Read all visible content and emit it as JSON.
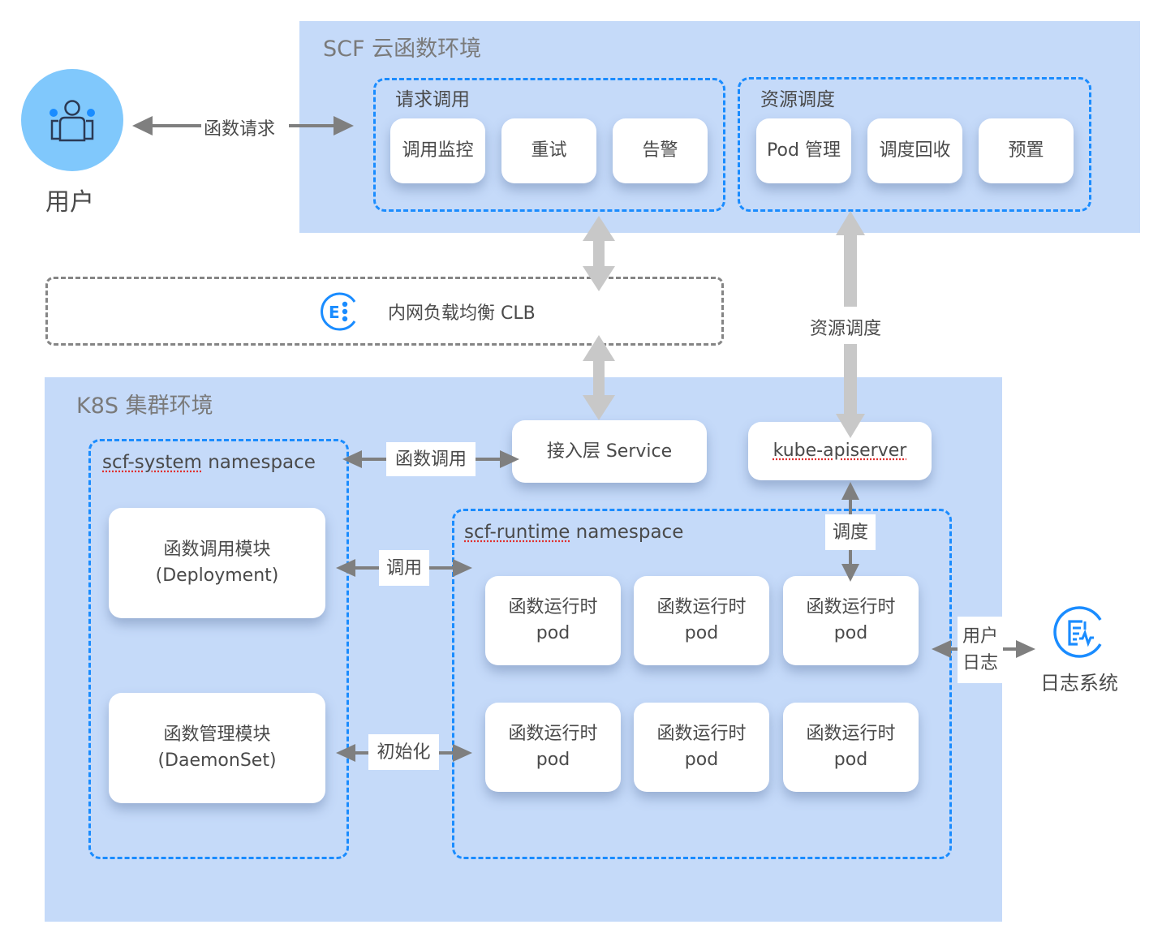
{
  "user": {
    "icon": "users-group-icon",
    "label": "用户",
    "request_arrow_label": "函数请求"
  },
  "scf_env": {
    "title": "SCF 云函数环境",
    "request_group": {
      "title": "请求调用",
      "items": [
        "调用监控",
        "重试",
        "告警"
      ]
    },
    "resource_group": {
      "title": "资源调度",
      "items": [
        "Pod 管理",
        "调度回收",
        "预置"
      ]
    }
  },
  "clb": {
    "icon": "load-balancer-icon",
    "label": "内网负载均衡 CLB"
  },
  "resource_schedule_label": "资源调度",
  "k8s_env": {
    "title": "K8S 集群环境",
    "access_service": {
      "prefix": "接入层 ",
      "name": "Service"
    },
    "apiserver": "kube-apiserver",
    "function_call_label": "函数调用",
    "schedule_label": "调度",
    "system_ns": {
      "title_code": "scf-system",
      "title_suffix": " namespace",
      "modules": [
        {
          "name": "函数调用模块",
          "kind": "(Deployment)"
        },
        {
          "name": "函数管理模块",
          "kind": "(DaemonSet)"
        }
      ]
    },
    "invoke_label": "调用",
    "init_label": "初始化",
    "runtime_ns": {
      "title_code": "scf-runtime",
      "title_suffix": " namespace",
      "pods": [
        {
          "name": "函数运行时",
          "kind": "pod"
        },
        {
          "name": "函数运行时",
          "kind": "pod"
        },
        {
          "name": "函数运行时",
          "kind": "pod"
        },
        {
          "name": "函数运行时",
          "kind": "pod"
        },
        {
          "name": "函数运行时",
          "kind": "pod"
        },
        {
          "name": "函数运行时",
          "kind": "pod"
        }
      ]
    },
    "user_log_label_line1": "用户",
    "user_log_label_line2": "日志"
  },
  "log_system": {
    "icon": "log-monitor-icon",
    "label": "日志系统"
  },
  "colors": {
    "env_bg": "#c5daf9",
    "accent_blue": "#1a8cff",
    "arrow_dark": "#7f7f7f",
    "arrow_light": "#c8c8c8",
    "user_circle": "#80c8fc"
  }
}
